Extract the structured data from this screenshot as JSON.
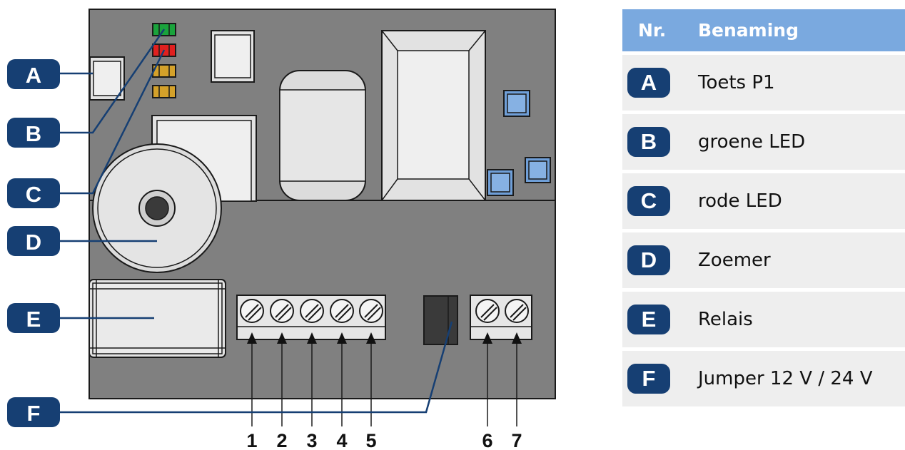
{
  "callouts": [
    {
      "letter": "A",
      "label": "Toets P1"
    },
    {
      "letter": "B",
      "label": "groene LED"
    },
    {
      "letter": "C",
      "label": "rode LED"
    },
    {
      "letter": "D",
      "label": "Zoemer"
    },
    {
      "letter": "E",
      "label": "Relais"
    },
    {
      "letter": "F",
      "label": "Jumper 12 V / 24 V"
    }
  ],
  "terminals": [
    "1",
    "2",
    "3",
    "4",
    "5",
    "6",
    "7"
  ],
  "legend": {
    "header_nr": "Nr.",
    "header_name": "Benaming"
  },
  "colors": {
    "badge": "#163f73",
    "header": "#7aa9df",
    "board": "#808080",
    "led_green": "#1aa33c",
    "led_red": "#e0201f",
    "led_amber": "#d4a12a",
    "button_blue": "#6f9fd8"
  }
}
